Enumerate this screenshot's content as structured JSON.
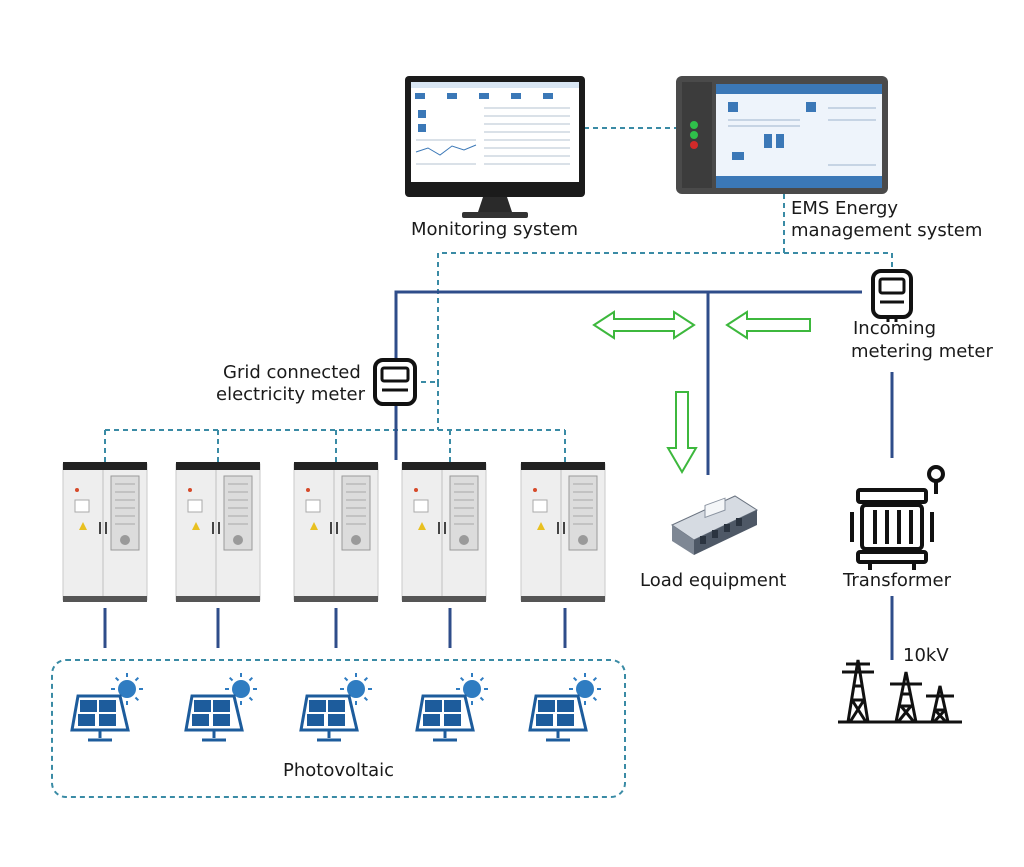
{
  "labels": {
    "monitoring": "Monitoring system",
    "ems_line1": "EMS Energy",
    "ems_line2": "management system",
    "grid_meter_line1": "Grid connected",
    "grid_meter_line2": "electricity meter",
    "incoming_line1": "Incoming",
    "incoming_line2": "metering meter",
    "load": "Load equipment",
    "transformer": "Transformer",
    "voltage": "10kV",
    "pv": "Photovoltaic"
  },
  "colors": {
    "power_line": "#2f4d8a",
    "comm_line": "#3a8ba5",
    "arrow": "#3db83d",
    "cabinet": "#eeeeee",
    "cabinet_dark": "#222222",
    "icon": "#111111",
    "panel": "#1d5c9c",
    "sun": "#2f7cc1"
  },
  "icons": {
    "monitor": "computer-monitor-icon",
    "ems": "ems-panel-icon",
    "meter": "electric-meter-icon",
    "transformer": "transformer-icon",
    "tower": "transmission-tower-icon",
    "solar": "solar-panel-icon",
    "cabinet": "energy-storage-cabinet-icon",
    "load": "load-equipment-icon"
  },
  "cabinet_count": 5,
  "solar_panel_count": 5
}
